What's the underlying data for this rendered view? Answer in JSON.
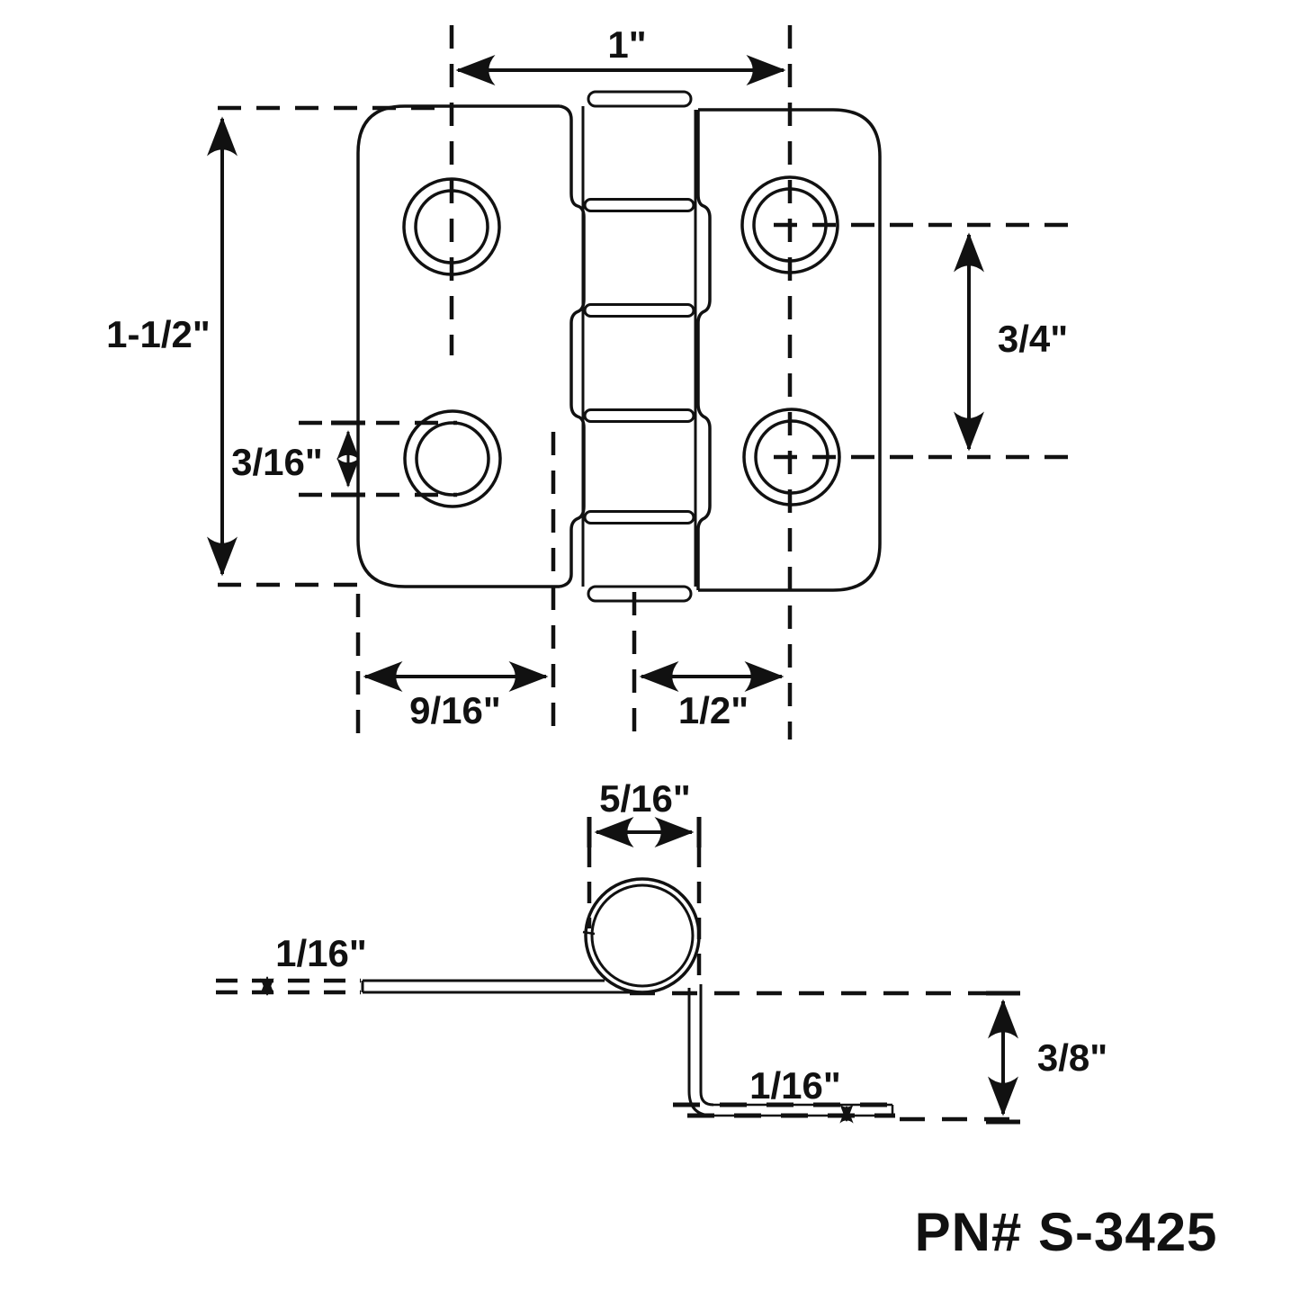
{
  "drawing": {
    "background": "#ffffff",
    "ink_color": "#111111",
    "part_number": "PN# S-3425",
    "views": {
      "front": {
        "dims": {
          "hole_span_width": "1\"",
          "overall_height": "1-1/2\"",
          "hole_span_height": "3/4\"",
          "hole_diameter": "3/16\"",
          "left_leaf_width": "9/16\"",
          "right_leaf_width": "1/2\""
        }
      },
      "side": {
        "dims": {
          "barrel_diameter": "5/16\"",
          "upper_leaf_thickness": "1/16\"",
          "offset_height": "3/8\"",
          "lower_leaf_thickness": "1/16\""
        }
      }
    }
  }
}
